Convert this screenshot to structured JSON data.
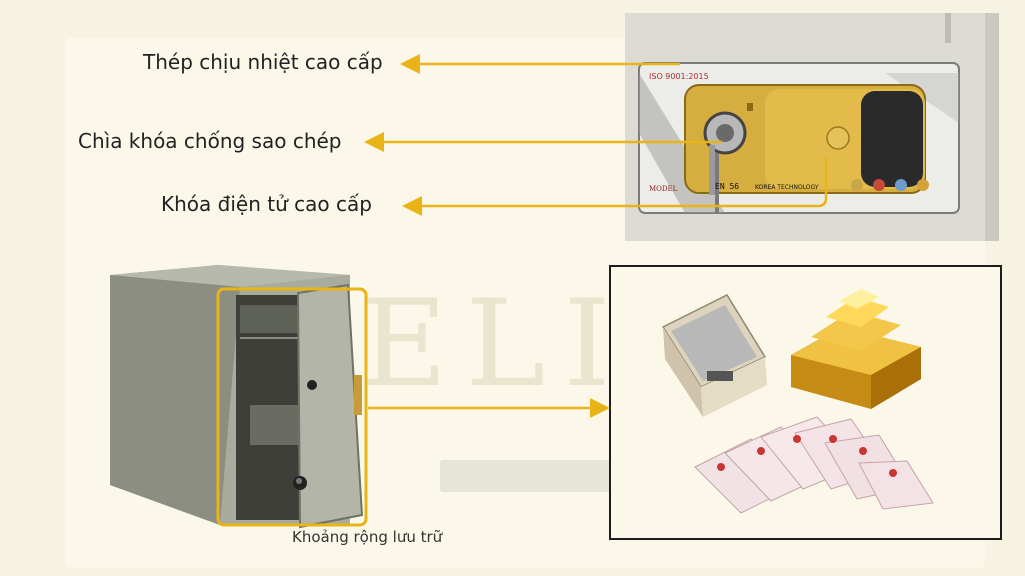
{
  "features": {
    "heat_steel": "Thép chịu nhiệt cao cấp",
    "anti_copy_key": "Chìa khóa chống sao chép",
    "electronic_lock": "Khóa điện tử cao cấp"
  },
  "lock_panel": {
    "iso_text": "ISO 9001:2015",
    "model_text": "MODEL",
    "korea_text": "KOREA TECHNOLOGY",
    "code_text": "EN 56"
  },
  "caption": "Khoảng rộng lưu trữ",
  "watermark": "ELINE",
  "colors": {
    "arrow": "#e9b416",
    "box_border": "#1d1d1d",
    "background": "#f7f3e3",
    "gold": "#d9a92a"
  }
}
